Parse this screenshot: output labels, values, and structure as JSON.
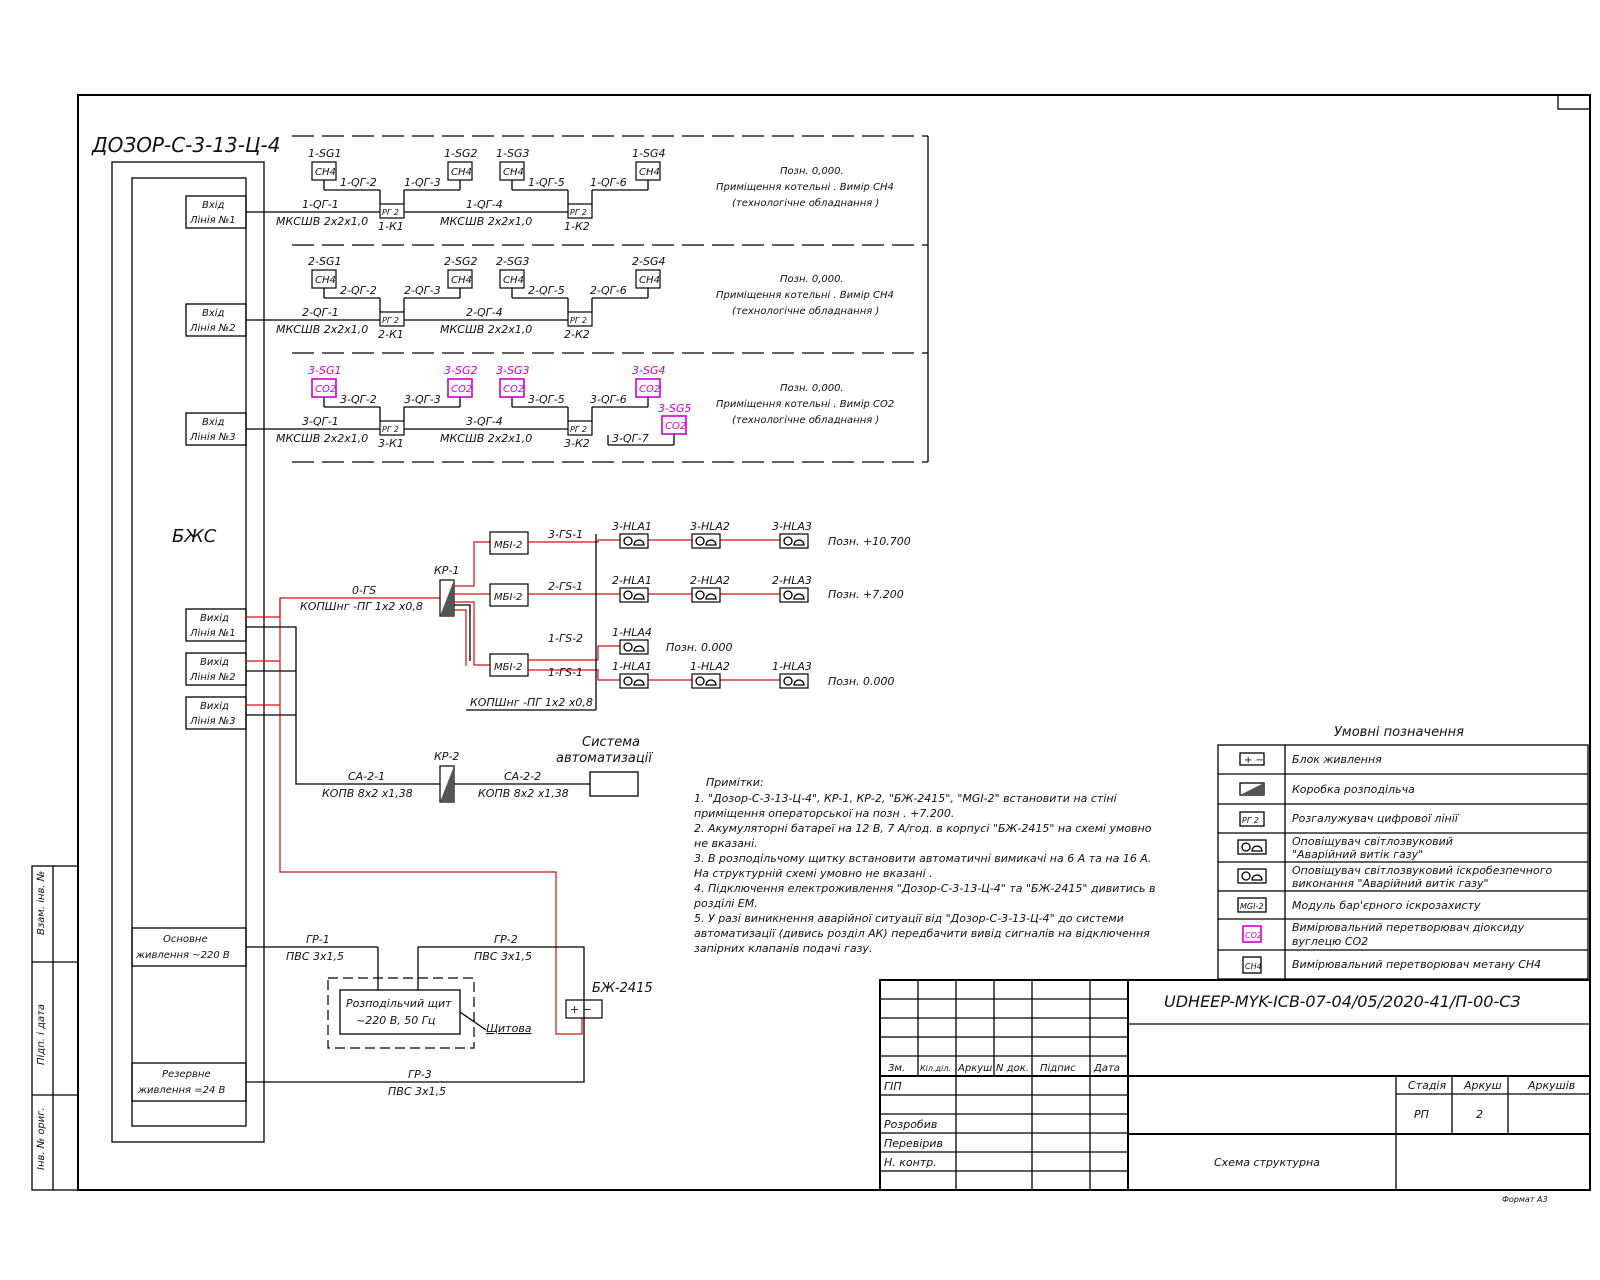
{
  "title": "ДОЗОР-С-3-13-Ц-4",
  "controller_label": "БЖС",
  "inputs": [
    {
      "line1": "Вхід",
      "line2": "Лінія №1"
    },
    {
      "line1": "Вхід",
      "line2": "Лінія №2"
    },
    {
      "line1": "Вхід",
      "line2": "Лінія №3"
    }
  ],
  "outputs": [
    {
      "line1": "Вихід",
      "line2": "Лінія №1"
    },
    {
      "line1": "Вихід",
      "line2": "Лінія №2"
    },
    {
      "line1": "Вихід",
      "line2": "Лінія №3"
    }
  ],
  "power_main": {
    "line1": "Основне",
    "line2": "живлення ~220 В"
  },
  "power_reserve": {
    "line1": "Резервне",
    "line2": "живлення =24 В"
  },
  "gas_lines": [
    {
      "sensors": [
        "1-SG1",
        "1-SG2",
        "1-SG3",
        "1-SG4"
      ],
      "sensor_label": "CH4",
      "branches": [
        "1-QГ-2",
        "1-QГ-3",
        "1-QГ-5",
        "1-QГ-6"
      ],
      "main": [
        "1-QГ-1",
        "1-QГ-4"
      ],
      "cable": "МКСШВ 2х2х1,0",
      "boxes": [
        "1-К1",
        "1-К2"
      ],
      "box_label": "РГ 2",
      "note": [
        "Позн. 0,000.",
        "Приміщення котельні . Вимір CH4",
        "(технологічне обладнання )"
      ]
    },
    {
      "sensors": [
        "2-SG1",
        "2-SG2",
        "2-SG3",
        "2-SG4"
      ],
      "sensor_label": "CH4",
      "branches": [
        "2-QГ-2",
        "2-QГ-3",
        "2-QГ-5",
        "2-QГ-6"
      ],
      "main": [
        "2-QГ-1",
        "2-QГ-4"
      ],
      "cable": "МКСШВ 2х2х1,0",
      "boxes": [
        "2-К1",
        "2-К2"
      ],
      "box_label": "РГ 2",
      "note": [
        "Позн. 0,000.",
        "Приміщення котельні . Вимір CH4",
        "(технологічне обладнання )"
      ]
    },
    {
      "sensors": [
        "3-SG1",
        "3-SG2",
        "3-SG3",
        "3-SG4"
      ],
      "sensor_label": "CO2",
      "branches": [
        "3-QГ-2",
        "3-QГ-3",
        "3-QГ-5",
        "3-QГ-6"
      ],
      "main": [
        "3-QГ-1",
        "3-QГ-4"
      ],
      "cable": "МКСШВ 2х2х1,0",
      "boxes": [
        "3-К1",
        "3-К2"
      ],
      "box_label": "РГ 2",
      "extra_sensor": "3-SG5",
      "extra_branch": "3-QГ-7",
      "note": [
        "Позн. 0,000.",
        "Приміщення котельні . Вимір CO2",
        "(технологічне обладнання )"
      ]
    }
  ],
  "alarm": {
    "kp1": "КР-1",
    "kp2": "КР-2",
    "main_line": "0-ГS",
    "main_cable": "КОПШнг -ПГ 1х2 х0,8",
    "bottom_cable": "КОПШнг -ПГ 1х2 х0,8",
    "mbz": "MБI-2",
    "rows": [
      {
        "line": "3-ГS-1",
        "devices": [
          "3-НLA1",
          "3-НLA2",
          "3-НLA3"
        ],
        "level": "Позн. +10.700"
      },
      {
        "line": "2-ГS-1",
        "devices": [
          "2-НLA1",
          "2-НLA2",
          "2-НLA3"
        ],
        "level": "Позн. +7.200"
      },
      {
        "line": "1-ГS-2",
        "devices": [
          "1-НLA4"
        ],
        "level": "Позн. 0.000"
      },
      {
        "line": "1-ГS-1",
        "devices": [
          "1-НLA1",
          "1-НLA2",
          "1-НLA3"
        ],
        "level": "Позн. 0.000"
      }
    ],
    "ca1": "CA-2-1",
    "ca2": "CA-2-2",
    "ca_cable": "КОПВ 8х2 х1,38",
    "automation": [
      "Система",
      "автоматизації"
    ]
  },
  "power": {
    "gr1": "ГР-1",
    "gr2": "ГР-2",
    "gr3": "ГР-3",
    "cable": "ПВС 3х1,5",
    "panel": [
      "Розподільчий щит",
      "~220 В, 50 Гц"
    ],
    "panel_tag": "Щитова",
    "psu": "БЖ-2415",
    "psu_sign": "+ −"
  },
  "notes": {
    "title": "Примітки:",
    "lines": [
      "1. \"Дозор-С-3-13-Ц-4\", КР-1, КР-2, \"БЖ-2415\", \"MGI-2\" встановити на стіні",
      "приміщення операторської на позн . +7.200.",
      "2. Акумуляторні батареї на 12 В, 7 А/год. в корпусі \"БЖ-2415\" на схемі умовно",
      "не вказані.",
      "3. В розподільчому щитку встановити автоматичні вимикачі на 6 А та на 16 А.",
      "На структурній схемі умовно не вказані .",
      "4. Підключення електроживлення \"Дозор-С-3-13-Ц-4\" та \"БЖ-2415\" дивитись в",
      "розділі ЕМ.",
      "5. У разі виникнення аварійної ситуації від \"Дозор-С-3-13-Ц-4\" до системи",
      "автоматизації (дивись розділ АК) передбачити вивід сигналів на відключення",
      "запірних клапанів подачі газу."
    ]
  },
  "legend": {
    "title": "Умовні позначення",
    "items": [
      {
        "icon": "power-supply-icon",
        "label": "Блок живлення"
      },
      {
        "icon": "junction-box-icon",
        "label": "Коробка розподільча"
      },
      {
        "icon": "splitter-icon",
        "label": "Розгалужувач цифрової лінії"
      },
      {
        "icon": "alarm-icon",
        "label": [
          "Оповіщувач світлозвуковий",
          "\"Аварійний витік газу\""
        ]
      },
      {
        "icon": "alarm-ex-icon",
        "label": [
          "Оповіщувач світлозвуковий іскробезпечного",
          "виконання \"Аварійний витік газу\""
        ]
      },
      {
        "icon": "barrier-icon",
        "label": "Модуль бар'єрного іскрозахисту"
      },
      {
        "icon": "co2-sensor-icon",
        "label": [
          "Вимірювальний перетворювач діоксиду",
          "вуглецю CO2"
        ]
      },
      {
        "icon": "ch4-sensor-icon",
        "label": "Вимірювальний перетворювач метану CH4"
      }
    ],
    "icon_texts": [
      "+ −",
      "РГ 2",
      "MGI-2",
      "CO2",
      "CH4"
    ]
  },
  "title_block": {
    "code": "UDHEEP-MYK-ICB-07-04/05/2020-41/П-00-СЗ",
    "cols": [
      "Зм.",
      "Кіл.діл.",
      "Аркуш",
      "N док.",
      "Підпис",
      "Дата"
    ],
    "rows": [
      "ГІП",
      "Розробив",
      "Перевірив",
      "Н. контр."
    ],
    "stage_head": [
      "Стадія",
      "Аркуш",
      "Аркушів"
    ],
    "stage": "РП",
    "sheet": "2",
    "drawing_name": "Схема структурна",
    "format": "Формат А3"
  },
  "side_stamp": [
    "Взам. інв. №",
    "Підп. і дата",
    "Інв. № ориг."
  ]
}
